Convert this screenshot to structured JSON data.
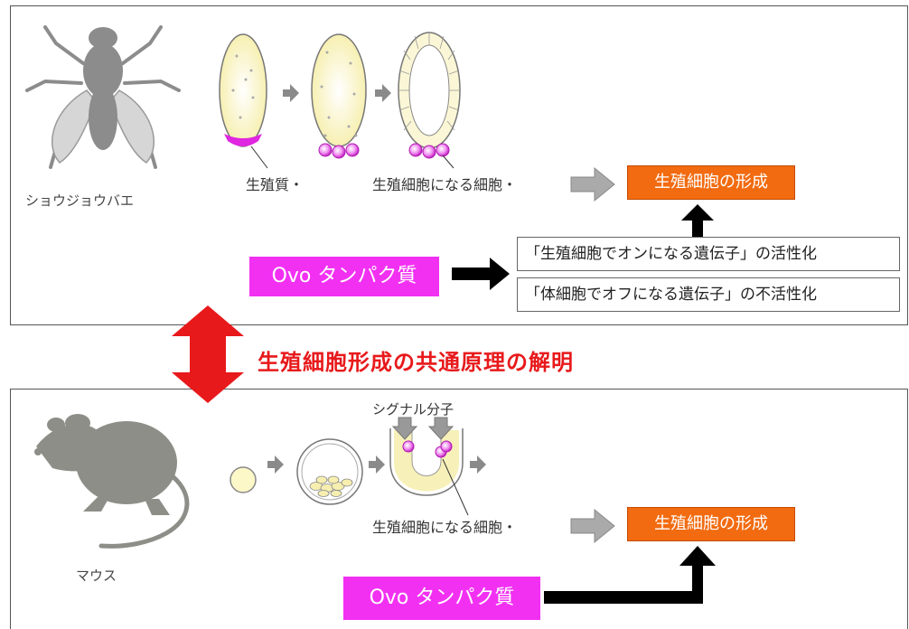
{
  "fly": {
    "species_label": "ショウジョウバエ",
    "germ_plasm_label": "生殖質・",
    "germ_cell_label": "生殖細胞になる細胞・",
    "formation_label": "生殖細胞の形成",
    "ovo_label": "Ovo タンパク質",
    "activation_label": "「生殖細胞でオンになる遺伝子」の活性化",
    "inactivation_label": "「体細胞でオフになる遺伝子」の不活性化"
  },
  "center": {
    "title": "生殖細胞形成の共通原理の解明"
  },
  "mouse": {
    "species_label": "マウス",
    "signal_label": "シグナル分子",
    "germ_cell_label": "生殖細胞になる細胞・",
    "formation_label": "生殖細胞の形成",
    "ovo_label": "Ovo タンパク質"
  },
  "colors": {
    "orange": "#f26b10",
    "magenta": "#f230f2",
    "red_arrow": "#e8191b",
    "egg_fill": "#fdf9cf",
    "silhouette": "#8c8c8c"
  }
}
